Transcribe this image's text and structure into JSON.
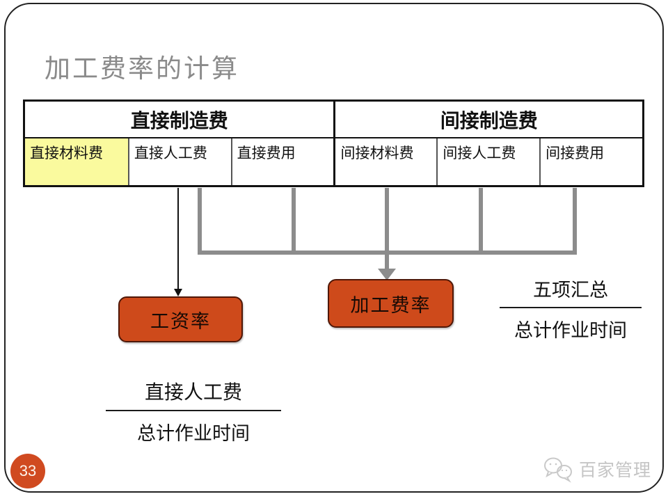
{
  "slide": {
    "title": "加工费率的计算"
  },
  "table": {
    "headers": [
      {
        "label": "直接制造费"
      },
      {
        "label": "间接制造费"
      }
    ],
    "cells": [
      {
        "label": "直接材料费",
        "highlight": true
      },
      {
        "label": "直接人工费",
        "highlight": false
      },
      {
        "label": "直接费用",
        "highlight": false
      },
      {
        "label": "间接材料费",
        "highlight": false
      },
      {
        "label": "间接人工费",
        "highlight": false
      },
      {
        "label": "间接费用",
        "highlight": false
      }
    ]
  },
  "boxes": {
    "wage_rate_label": "工资率",
    "processing_rate_label": "加工费率"
  },
  "formulas": {
    "processing_rate": {
      "numerator": "五项汇总",
      "denominator": "总计作业时间"
    },
    "wage_rate": {
      "numerator": "直接人工费",
      "denominator": "总计作业时间"
    }
  },
  "footer": {
    "page_number": "33",
    "brand": "百家管理",
    "brand_icon": "wechat-chat-bubbles-icon"
  },
  "colors": {
    "accent_orange": "#CE4A1B",
    "badge_orange": "#D04A20",
    "highlight_yellow": "#FAFA9E",
    "bracket_gray": "#8C8C8C",
    "title_gray": "#8A8A8A",
    "watermark_gray": "#C5C5C5"
  }
}
